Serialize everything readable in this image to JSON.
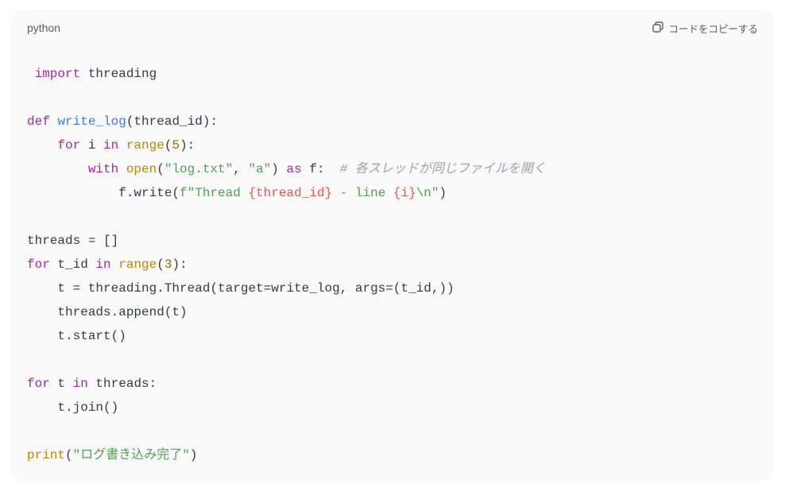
{
  "header": {
    "language": "python",
    "copy_label": "コードをコピーする",
    "copy_icon": "copy-icon"
  },
  "code_lines": [
    [
      [
        "kw",
        " import"
      ],
      [
        "pl",
        " threading"
      ]
    ],
    [],
    [
      [
        "kw",
        "def"
      ],
      [
        "pl",
        " "
      ],
      [
        "fn",
        "write_log"
      ],
      [
        "pl",
        "(thread_id):"
      ]
    ],
    [
      [
        "pl",
        "    "
      ],
      [
        "kw",
        "for"
      ],
      [
        "pl",
        " i "
      ],
      [
        "kw",
        "in"
      ],
      [
        "pl",
        " "
      ],
      [
        "bi",
        "range"
      ],
      [
        "pl",
        "("
      ],
      [
        "nu",
        "5"
      ],
      [
        "pl",
        "):"
      ]
    ],
    [
      [
        "pl",
        "        "
      ],
      [
        "kw",
        "with"
      ],
      [
        "pl",
        " "
      ],
      [
        "bi",
        "open"
      ],
      [
        "pl",
        "("
      ],
      [
        "st",
        "\"log.txt\""
      ],
      [
        "pl",
        ", "
      ],
      [
        "st",
        "\"a\""
      ],
      [
        "pl",
        ") "
      ],
      [
        "kw",
        "as"
      ],
      [
        "pl",
        " f:  "
      ],
      [
        "cm",
        "# 各スレッドが同じファイルを開く"
      ]
    ],
    [
      [
        "pl",
        "            f.write("
      ],
      [
        "st",
        "f\"Thread "
      ],
      [
        "ip",
        "{thread_id}"
      ],
      [
        "st",
        " - line "
      ],
      [
        "ip",
        "{i}"
      ],
      [
        "st",
        "\\n\""
      ],
      [
        "pl",
        ")"
      ]
    ],
    [],
    [
      [
        "pl",
        "threads = []"
      ]
    ],
    [
      [
        "kw",
        "for"
      ],
      [
        "pl",
        " t_id "
      ],
      [
        "kw",
        "in"
      ],
      [
        "pl",
        " "
      ],
      [
        "bi",
        "range"
      ],
      [
        "pl",
        "("
      ],
      [
        "nu",
        "3"
      ],
      [
        "pl",
        "):"
      ]
    ],
    [
      [
        "pl",
        "    t = threading.Thread(target=write_log, args=(t_id,))"
      ]
    ],
    [
      [
        "pl",
        "    threads.append(t)"
      ]
    ],
    [
      [
        "pl",
        "    t.start()"
      ]
    ],
    [],
    [
      [
        "kw",
        "for"
      ],
      [
        "pl",
        " t "
      ],
      [
        "kw",
        "in"
      ],
      [
        "pl",
        " threads:"
      ]
    ],
    [
      [
        "pl",
        "    t.join()"
      ]
    ],
    [],
    [
      [
        "bi",
        "print"
      ],
      [
        "pl",
        "("
      ],
      [
        "st",
        "\"ログ書き込み完了\""
      ],
      [
        "pl",
        ")"
      ]
    ]
  ]
}
